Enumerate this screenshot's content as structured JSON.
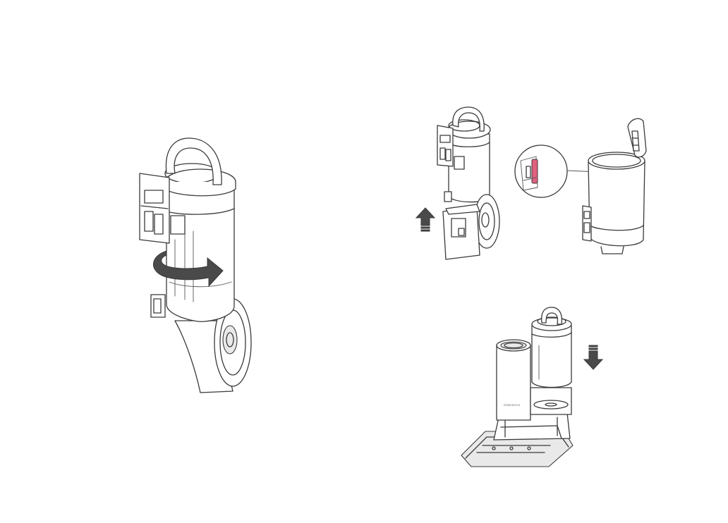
{
  "colors": {
    "line": "#3a3a3a",
    "arrow": "#4a4a4a",
    "highlight": "#e0607e",
    "background": "#ffffff"
  },
  "panels": [
    {
      "id": "twist-release",
      "icons": [
        "rotation-arrow-icon"
      ]
    },
    {
      "id": "lift-off-bin",
      "icons": [
        "up-arrow-icon"
      ]
    },
    {
      "id": "open-lid-detail",
      "icons": [
        "magnifier-callout-icon"
      ]
    },
    {
      "id": "install-on-dock",
      "icons": [
        "down-arrow-icon"
      ]
    }
  ]
}
